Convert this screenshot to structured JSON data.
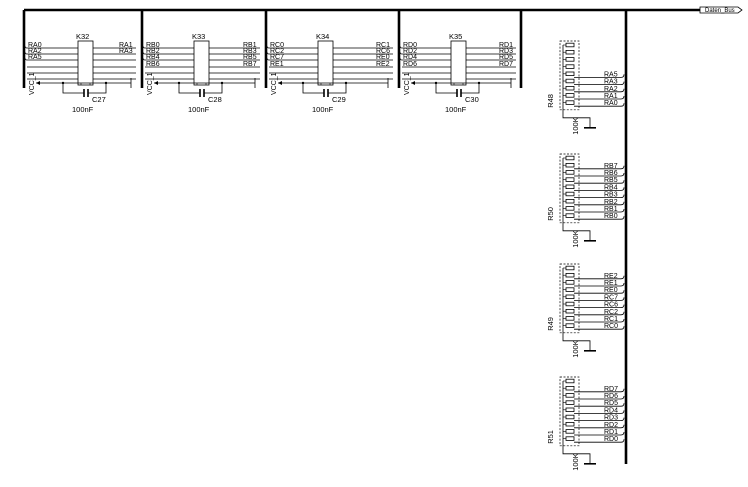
{
  "bus": {
    "label": "Daten_Bus"
  },
  "switches": [
    {
      "ref": "K32",
      "cap_ref": "C27",
      "cap_value": "100nF",
      "vcc": "VCC_1",
      "left_pins": [
        "RA0",
        "RA2",
        "RA5",
        "",
        "",
        ""
      ],
      "right_pins": [
        "RA1",
        "RA3",
        "",
        "",
        "",
        ""
      ]
    },
    {
      "ref": "K33",
      "cap_ref": "C28",
      "cap_value": "100nF",
      "vcc": "VCC_1",
      "left_pins": [
        "RB0",
        "RB2",
        "RB4",
        "RB6",
        "",
        ""
      ],
      "right_pins": [
        "RB1",
        "RB3",
        "RB5",
        "RB7",
        "",
        ""
      ]
    },
    {
      "ref": "K34",
      "cap_ref": "C29",
      "cap_value": "100nF",
      "vcc": "VCC_1",
      "left_pins": [
        "RC0",
        "RC2",
        "RC7",
        "RE1",
        "",
        ""
      ],
      "right_pins": [
        "RC1",
        "RC6",
        "RE0",
        "RE2",
        "",
        ""
      ]
    },
    {
      "ref": "K35",
      "cap_ref": "C30",
      "cap_value": "100nF",
      "vcc": "VCC_1",
      "left_pins": [
        "RD0",
        "RD2",
        "RD4",
        "RD6",
        "",
        ""
      ],
      "right_pins": [
        "RD1",
        "RD3",
        "RD5",
        "RD7",
        "",
        ""
      ]
    }
  ],
  "resistor_arrays": [
    {
      "ref": "R48",
      "value": "100K",
      "nets": [
        "RA5",
        "RA3",
        "RA2",
        "RA1",
        "RA0"
      ]
    },
    {
      "ref": "R50",
      "value": "100K",
      "nets": [
        "RB7",
        "RB6",
        "RB5",
        "RB4",
        "RB3",
        "RB2",
        "RB1",
        "RB0"
      ]
    },
    {
      "ref": "R49",
      "value": "100K",
      "nets": [
        "RE2",
        "RE1",
        "RE0",
        "RC7",
        "RC6",
        "RC2",
        "RC1",
        "RC0"
      ]
    },
    {
      "ref": "R51",
      "value": "100K",
      "nets": [
        "RD7",
        "RD6",
        "RD5",
        "RD4",
        "RD3",
        "RD2",
        "RD1",
        "RD0"
      ]
    }
  ]
}
